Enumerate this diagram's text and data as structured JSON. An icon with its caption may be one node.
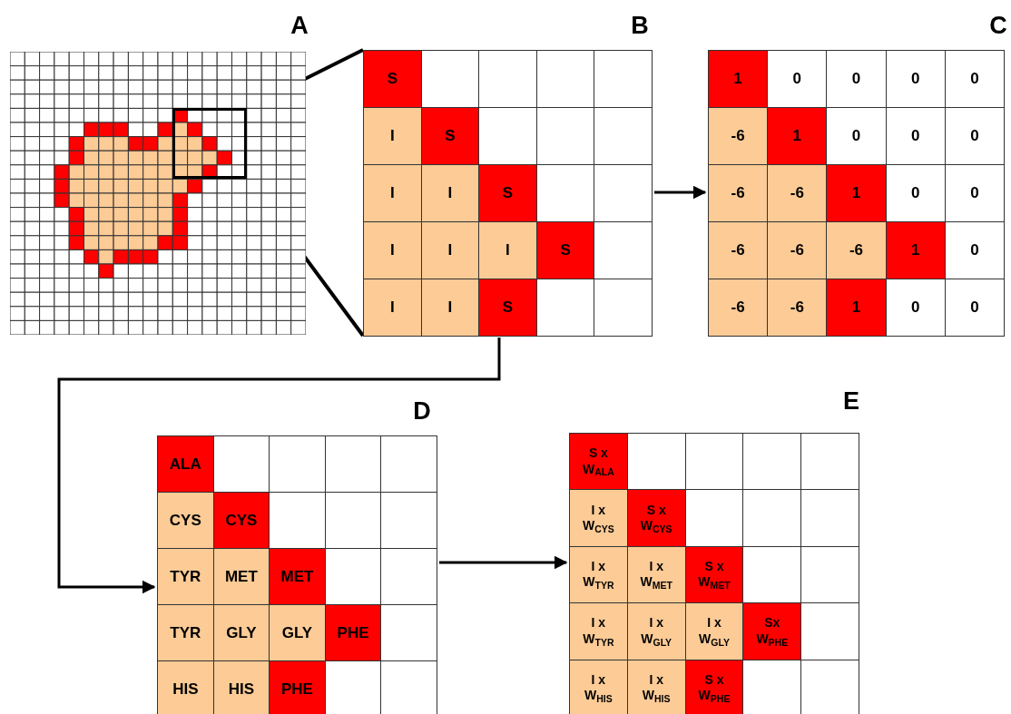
{
  "diagram": {
    "nodes": [
      {
        "text": [
          "A"
        ]
      },
      {
        "text": [],
        "shape": "box",
        "in": 0
      },
      {
        "text": [
          "B"
        ]
      },
      {
        "text": [
          "C"
        ]
      },
      {
        "text": [
          "D"
        ]
      },
      {
        "text": [
          "E"
        ]
      }
    ],
    "edges": [
      {
        "from": 1,
        "to": 2,
        "arrow": "none"
      },
      {
        "from": 1,
        "to": 2,
        "arrow": "none"
      },
      {
        "from": 2,
        "to": 3,
        "arrow": "to"
      },
      {
        "from": 2,
        "to": 4,
        "arrow": "to"
      },
      {
        "from": 4,
        "to": 5,
        "arrow": "to"
      }
    ],
    "labels": [
      "S",
      "I",
      "S",
      "I",
      "I",
      "S",
      "I",
      "I",
      "I",
      "S",
      "I",
      "I",
      "S",
      "1",
      "0",
      "0",
      "0",
      "0",
      "-6",
      "1",
      "0",
      "0",
      "0",
      "-6",
      "-6",
      "1",
      "0",
      "0",
      "-6",
      "-6",
      "-6",
      "1",
      "0",
      "-6",
      "-6",
      "1",
      "0",
      "0",
      "ALA",
      "CYS",
      "CYS",
      "TYR",
      "MET",
      "MET",
      "TYR",
      "GLY",
      "GLY",
      "PHE",
      "HIS",
      "HIS",
      "PHE",
      "S x W$_{ALA}$",
      "I x W$_{CYS}$",
      "S x W$_{CYS}$",
      "I x W$_{TYR}$",
      "I x W$_{MET}$",
      "S x W$_{MET}$",
      "I x W$_{TYR}$",
      "I x W$_{GLY}$",
      "I x W$_{GLY}$",
      "Sx W$_{PHE}$",
      "I x W$_{HIS}$",
      "I x W$_{HIS}$",
      "S x W$_{PHE}$"
    ]
  }
}
